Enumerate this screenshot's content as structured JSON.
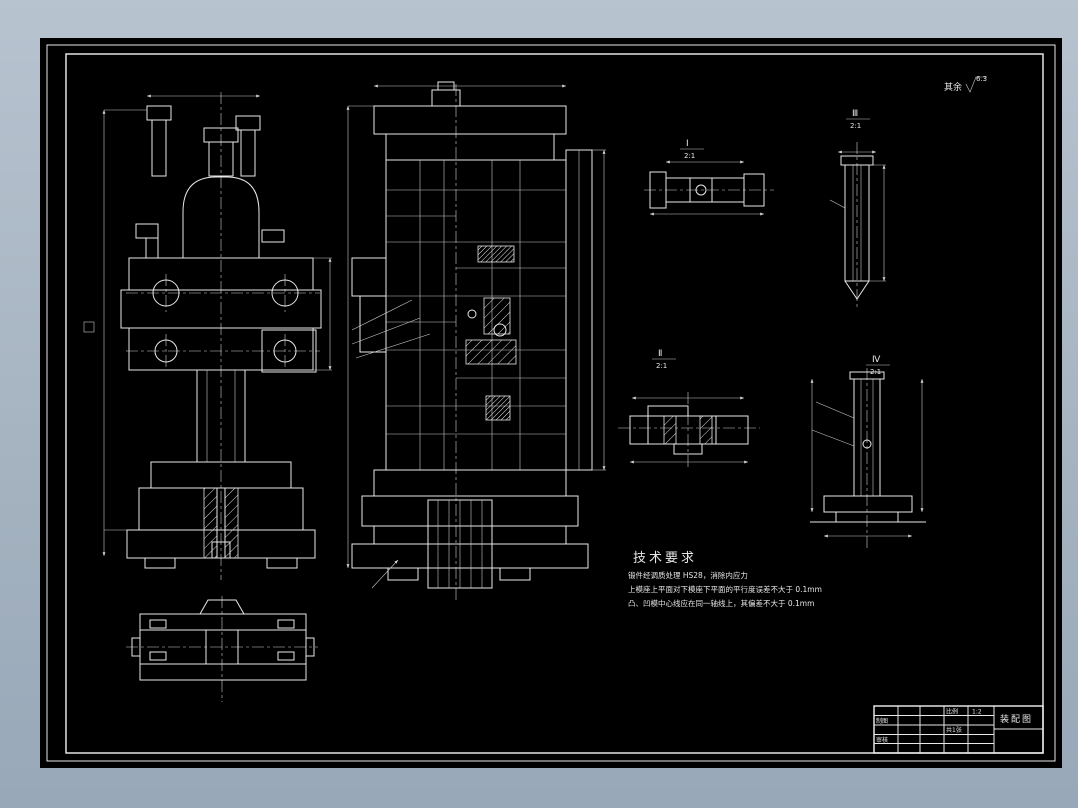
{
  "drawing": {
    "background_color": "#a9b6c3",
    "sheet_color": "#000000",
    "line_color": "#e8e8e8"
  },
  "surface_note": {
    "prefix": "其余",
    "value": "6.3"
  },
  "tech": {
    "heading": "技术要求",
    "lines": [
      "锻件经调质处理 HS28，消除内应力",
      "上模座上平面对下模座下平面的平行度误差不大于 0.1mm",
      "凸、凹模中心线应在同一轴线上，其偏差不大于 0.1mm"
    ]
  },
  "detail_labels": [
    {
      "name": "Ⅰ",
      "scale": "2:1"
    },
    {
      "name": "Ⅱ",
      "scale": "2:1"
    },
    {
      "name": "Ⅲ",
      "scale": "2:1"
    },
    {
      "name": "Ⅳ",
      "scale": "2:1"
    }
  ],
  "title_block": {
    "drafter_label": "制图",
    "checker_label": "审核",
    "scale_label": "比例",
    "scale_value": "1:2",
    "sheet_label": "共1张",
    "title": "装配图"
  }
}
